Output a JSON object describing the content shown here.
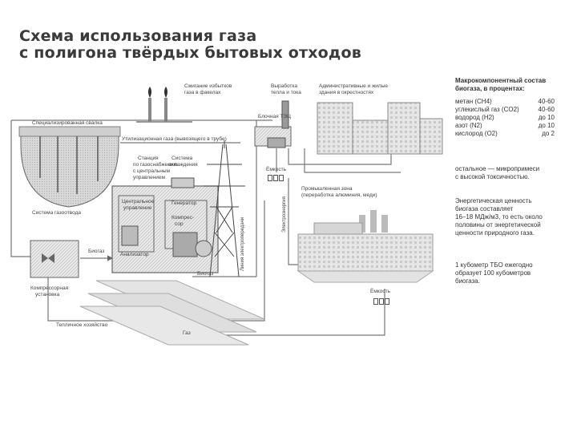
{
  "title": {
    "line1": "Схема использования газа",
    "line2": "с полигона твёрдых бытовых отходов"
  },
  "labels": {
    "flare_line1": "Сжигание избытков",
    "flare_line2": "газа в факелах",
    "production_line1": "Выработка",
    "production_line2": "тепла и тока",
    "admin_line1": "Административные и жилые",
    "admin_line2": "здания в окрестностях",
    "boiler": "Блочная ТЭЦ",
    "landfill_site": "Специализированная свалка",
    "gas_utilization": "Утилизационная газа (вывозящего в трубе)",
    "station_line1": "Станция",
    "station_line2": "по газоснабжению",
    "station_line3": "с центральным",
    "station_line4": "управлением",
    "cooling_line1": "Система",
    "cooling_line2": "охлаждения",
    "central_line1": "Центральное",
    "central_line2": "управление",
    "generator": "Генератор",
    "compressor_line1": "Компрес-",
    "compressor_line2": "сор",
    "analyzer": "Анализатор",
    "gas_collection": "Система газоотвода",
    "capacity_top": "Ёмкость",
    "capacity_bottom": "Ёмкость",
    "industrial_zone_line1": "Промышленная зона",
    "industrial_zone_line2": "(переработка алюминия, меди)",
    "power_supply": "Электроэнергия",
    "power_line": "Линия электропередачи",
    "biogas_left": "Биогаз",
    "biogas_bottom": "Биогаз",
    "compressor_unit_line1": "Компрессорная",
    "compressor_unit_line2": "установка",
    "greenhouse": "Тепличное хозяйство",
    "gas_bottom": "Газ"
  },
  "sidebar": {
    "heading_line1": "Макрокомпонентный состав",
    "heading_line2": "биогаза, в процентах:",
    "components": [
      {
        "name": "метан (CH4)",
        "value": "40-60"
      },
      {
        "name": "углекислый газ (CO2)",
        "value": "40-60"
      },
      {
        "name": "водород (H2)",
        "value": "до 10"
      },
      {
        "name": "азот (N2)",
        "value": "до 10"
      },
      {
        "name": "кислород (O2)",
        "value": "до 2"
      }
    ],
    "note1_line1": "остальное — микропримеси",
    "note1_line2": "с высокой токсичностью.",
    "note2_line1": "Энергетическая ценность",
    "note2_line2": "биогаза составляет",
    "note2_line3": "16–18 МДж/м3, то есть около",
    "note2_line4": "половины от энергетической",
    "note2_line5": "ценности природного газа.",
    "note3_line1": "1 кубометр ТБО ежегодно",
    "note3_line2": "образует 100 кубометров",
    "note3_line3": "биогаза."
  }
}
